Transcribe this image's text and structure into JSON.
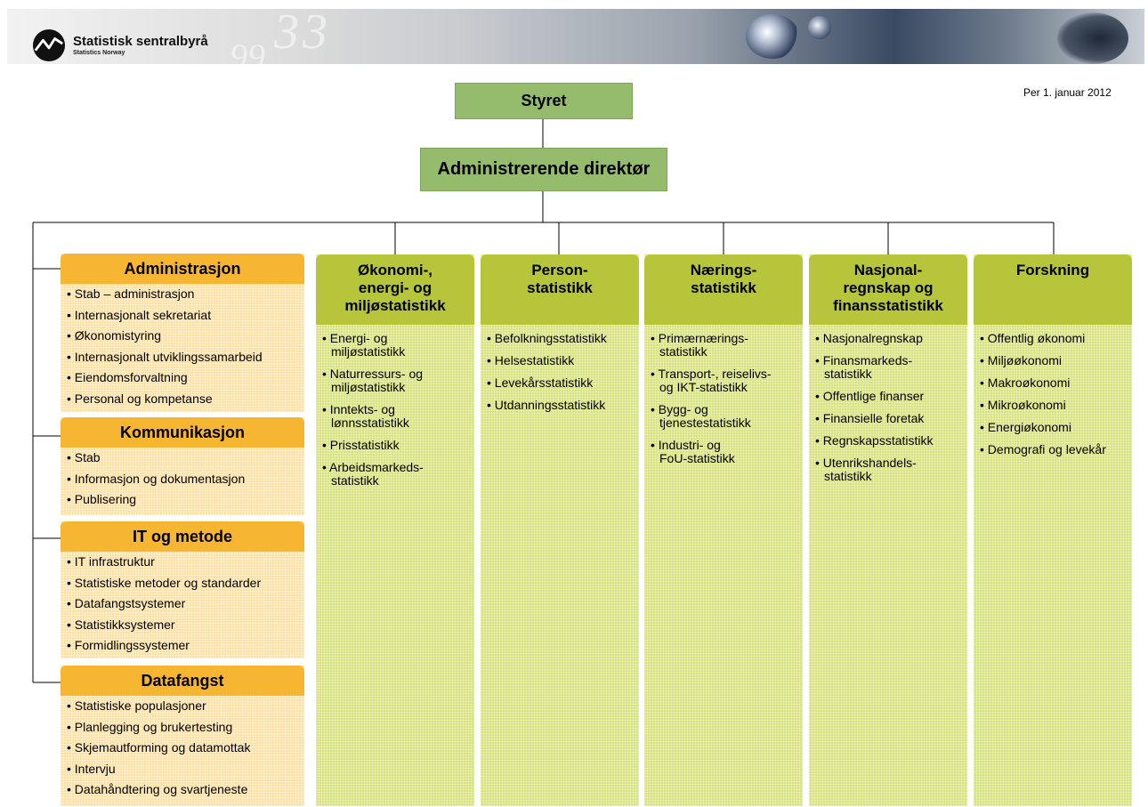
{
  "header": {
    "org_name": "Statistisk sentralbyrå",
    "org_subtitle": "Statistics Norway",
    "banner_digits": "33",
    "banner_digits2": "99"
  },
  "date_label": "Per 1. januar 2012",
  "top_nodes": {
    "board": "Styret",
    "ceo": "Administrerende direktør"
  },
  "staff_departments": [
    {
      "title": "Administrasjon",
      "items": [
        "Stab – administrasjon",
        "Internasjonalt sekretariat",
        "Økonomistyring",
        "Internasjonalt utviklingssamarbeid",
        "Eiendomsforvaltning",
        "Personal og kompetanse"
      ]
    },
    {
      "title": "Kommunikasjon",
      "items": [
        "Stab",
        "Informasjon og dokumentasjon",
        "Publisering"
      ]
    },
    {
      "title": "IT og metode",
      "items": [
        "IT infrastruktur",
        "Statistiske metoder og standarder",
        "Datafangstsystemer",
        "Statistikksystemer",
        "Formidlingssystemer"
      ]
    },
    {
      "title": "Datafangst",
      "items": [
        "Statistiske populasjoner",
        "Planlegging og brukertesting",
        "Skjemautforming og datamottak",
        "Intervju",
        "Datahåndtering og svartjeneste"
      ]
    }
  ],
  "line_departments": [
    {
      "title": "Økonomi-,\nenergi- og\nmiljøstatistikk",
      "items": [
        "Energi- og\nmiljøstatistikk",
        "Naturressurs- og\nmiljøstatistikk",
        "Inntekts- og\nlønnsstatistikk",
        "Prisstatistikk",
        "Arbeidsmarkeds-\nstatistikk"
      ]
    },
    {
      "title": "Person-\nstatistikk",
      "items": [
        "Befolkningsstatistikk",
        "Helsestatistikk",
        "Levekårsstatistikk",
        "Utdanningsstatistikk"
      ]
    },
    {
      "title": "Nærings-\nstatistikk",
      "items": [
        "Primærnærings-\nstatistikk",
        "Transport-, reiselivs-\nog IKT-statistikk",
        "Bygg- og\ntjenestestatistikk",
        "Industri- og\nFoU-statistikk"
      ]
    },
    {
      "title": "Nasjonal-\nregnskap og\nfinansstatistikk",
      "items": [
        "Nasjonalregnskap",
        "Finansmarkeds-\nstatistikk",
        "Offentlige finanser",
        "Finansielle foretak",
        "Regnskapsstatistikk",
        "Utenrikshandels-\nstatistikk"
      ]
    },
    {
      "title": "Forskning",
      "items": [
        "Offentlig økonomi",
        "Miljøøkonomi",
        "Makroøkonomi",
        "Mikroøkonomi",
        "Energiøkonomi",
        "Demografi og levekår"
      ]
    }
  ],
  "colors": {
    "top_box": "#94bc6c",
    "staff_header": "#f7b632",
    "staff_body": "#fce0a4",
    "line_header": "#b6c53a",
    "line_body": "#d8e27c"
  }
}
